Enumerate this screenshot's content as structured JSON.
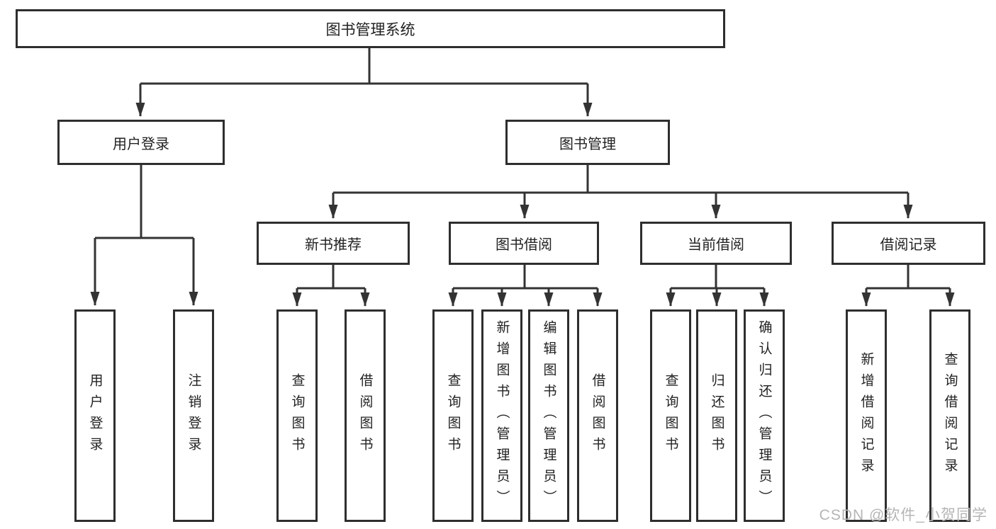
{
  "diagram": {
    "root": "图书管理系统",
    "level2": [
      "用户登录",
      "图书管理"
    ],
    "level3": [
      "新书推荐",
      "图书借阅",
      "当前借阅",
      "借阅记录"
    ],
    "leaves": [
      "用户登录",
      "注销登录",
      "查询图书",
      "借阅图书",
      "查询图书",
      "新增图书（管理员）",
      "编辑图书（管理员）",
      "借阅图书",
      "查询图书",
      "归还图书",
      "确认归还（管理员）",
      "新增借阅记录",
      "查询借阅记录"
    ]
  },
  "watermark": "CSDN @软件_小贺同学",
  "colors": {
    "line": "#333333",
    "border": "#2e2e2e",
    "text": "#222222",
    "watermark": "#b5b5b5",
    "background": "#ffffff"
  }
}
